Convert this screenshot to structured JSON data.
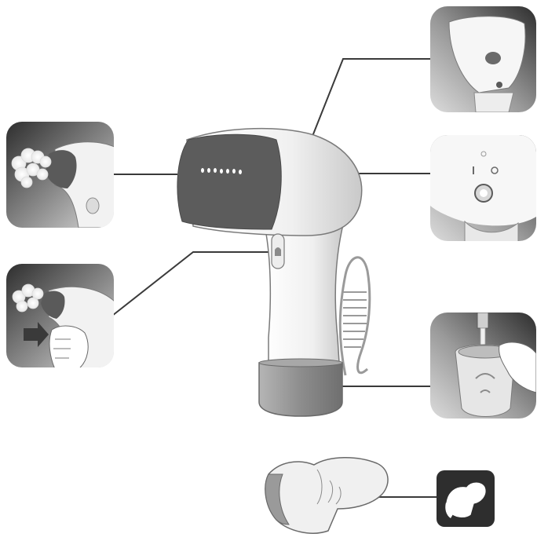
{
  "figure": {
    "subject": "handheld-garment-steamer",
    "colors": {
      "background": "#ffffff",
      "body": "#f2f2f2",
      "body_shade": "#cfcfcf",
      "outline": "#6e6e6e",
      "soleplate": "#5a5a5a",
      "tank": "#8f8f8f",
      "panel_dark": "#4a4a4a",
      "leader_line": "#3a3a3a"
    },
    "callouts": [
      {
        "id": "soleplate-detail",
        "shows": "soleplate-front-view"
      },
      {
        "id": "steam-jet-detail",
        "shows": "steam-emission"
      },
      {
        "id": "steam-button-detail",
        "shows": "press-steam-button"
      },
      {
        "id": "power-switch-detail",
        "shows": "on-off-switch-rear"
      },
      {
        "id": "water-tank-detail",
        "shows": "filling-water-tank"
      },
      {
        "id": "mitt-detail",
        "shows": "heat-protective-mitt"
      }
    ]
  }
}
